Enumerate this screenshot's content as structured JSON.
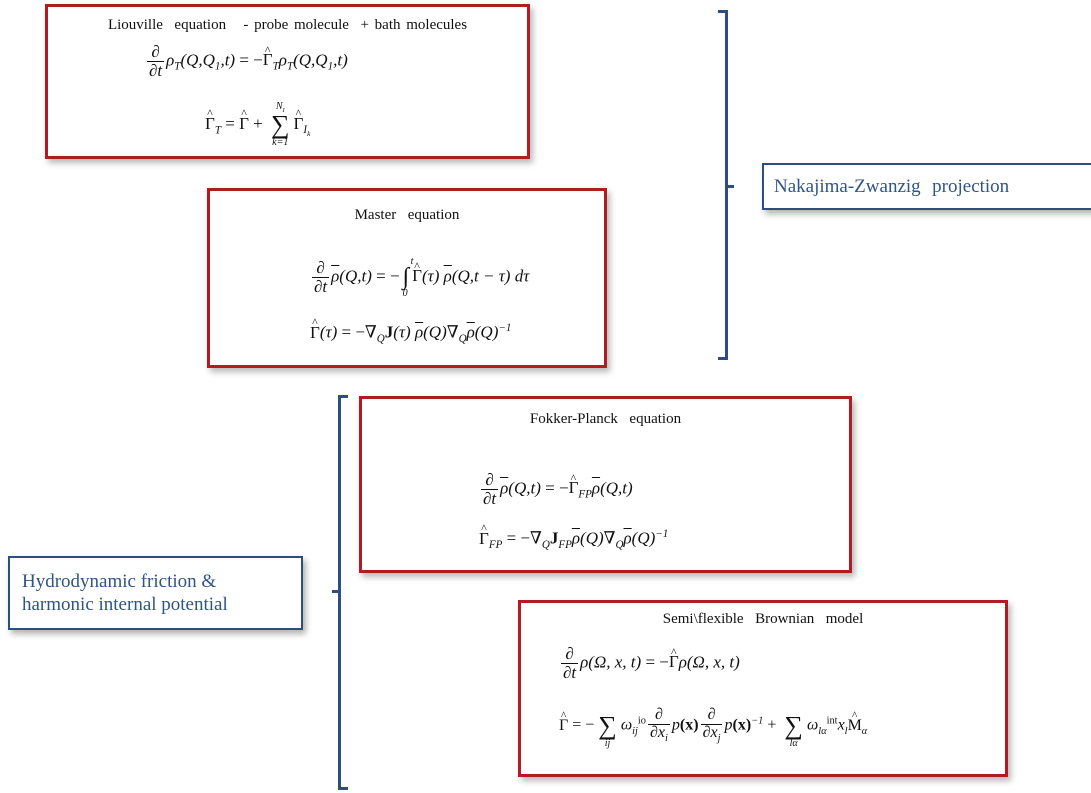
{
  "boxes": {
    "liouville": {
      "title": "Liouville  equation   - probe molecule  + bath molecules",
      "eq1": {
        "lhs_rho": "ρ",
        "lhs_sub": "T",
        "args": "(Q,Q",
        "args_sub": "1",
        "args_end": ",t)",
        "eq": " = −",
        "gamma": "Γ",
        "gamma_sub": "T",
        "rho": "ρ",
        "rho_sub": "T",
        "args2": "(Q,Q",
        "args2_sub": "1",
        "args2_end": ",t)"
      },
      "eq2": {
        "lhs": "Γ",
        "lhs_sub": "T",
        "eq": " = ",
        "g": "Γ",
        "plus": " + ",
        "sum": "∑",
        "sum_hi": "N",
        "sum_hi_sub": "I",
        "sum_lo": "k=1",
        "gk": "Γ",
        "gk_sub": "I",
        "gk_subsub": "k"
      }
    },
    "master": {
      "title": "Master  equation",
      "eq1": {
        "rho": "ρ",
        "args": "(Q,t)",
        "eq": " = −",
        "int": "∫",
        "int_hi": "t",
        "int_lo": "0",
        "gamma": "Γ",
        "tau": "(τ)",
        "rho2": "ρ",
        "args2": "(Q,t − τ) dτ"
      },
      "eq2": {
        "gamma": "Γ",
        "tau": "(τ)",
        "eq": " = −∇",
        "q": "Q",
        "j": "J",
        "tau2": "(τ)",
        "rho": "ρ",
        "q2": "(Q)",
        "nabla": "∇",
        "q3": "Q",
        "rho2": "ρ",
        "q4": "(Q)",
        "pow": "−1"
      }
    },
    "fokker": {
      "title": "Fokker-Planck  equation",
      "eq1": {
        "rho": "ρ",
        "args": "(Q,t)",
        "eq": " = −",
        "gamma": "Γ",
        "sub": "FP",
        "rho2": "ρ",
        "args2": "(Q,t)"
      },
      "eq2": {
        "gamma": "Γ",
        "sub": "FP",
        "eq": " = −∇",
        "q": "Q",
        "j": "J",
        "jsub": "FP",
        "rho": "ρ",
        "q2": "(Q)",
        "nabla": "∇",
        "q3": "Q",
        "rho2": "ρ",
        "q4": "(Q)",
        "pow": "−1"
      }
    },
    "semiflexible": {
      "title": "Semi\\flexible  Brownian  model",
      "eq1": {
        "rho": "ρ",
        "args": "(Ω, x, t)",
        "eq": " = −",
        "gamma": "Γ",
        "rho2": "ρ",
        "args2": "(Ω, x, t)"
      },
      "eq2": {
        "gamma": "Γ",
        "eq": " = −",
        "sum": "∑",
        "sum_lo": "ij",
        "omega": "ω",
        "omega_sub": "ij",
        "omega_sup": "io",
        "dx_i": "∂x",
        "i": "i",
        "p": "p",
        "x": "(x)",
        "dx_j": "∂x",
        "j": "j",
        "p2": "p",
        "x2": "(x)",
        "pow": "−1",
        "plus": " + ",
        "sum2": "∑",
        "sum2_lo": "lα",
        "omega2": "ω",
        "omega2_sub": "lα",
        "omega2_sup": "int",
        "xl": "x",
        "l": "l",
        "m": "M",
        "m_sub": "α"
      }
    }
  },
  "labels": {
    "nakajima": "Nakajima-Zwanzig  projection",
    "hydro_line1": "Hydrodynamic friction &",
    "hydro_line2": "harmonic internal potential"
  },
  "symbols": {
    "partial": "∂",
    "dt": "∂t"
  },
  "colors": {
    "box_border": "#b01c22",
    "label_border": "#2b4f83",
    "label_text": "#2e5488",
    "bracket": "#2f4e7f"
  }
}
